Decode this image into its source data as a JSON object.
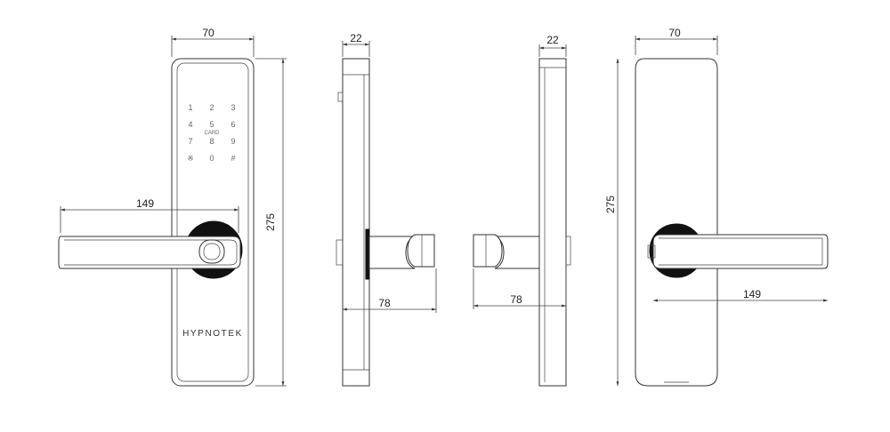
{
  "brand": "HYPNOTEK",
  "keypad": {
    "rows": [
      [
        "1",
        "2",
        "3"
      ],
      [
        "4",
        "5",
        "6"
      ],
      [
        "7",
        "8",
        "9"
      ],
      [
        "※",
        "0",
        "#"
      ]
    ],
    "card_label": "CARD"
  },
  "dimensions": {
    "front_width": "70",
    "front_height": "275",
    "handle_length": "149",
    "side_thickness": "22",
    "side_projection": "78",
    "side2_thickness": "22",
    "side2_projection": "78",
    "back_width": "70",
    "back_height": "275",
    "back_handle_length": "149"
  }
}
